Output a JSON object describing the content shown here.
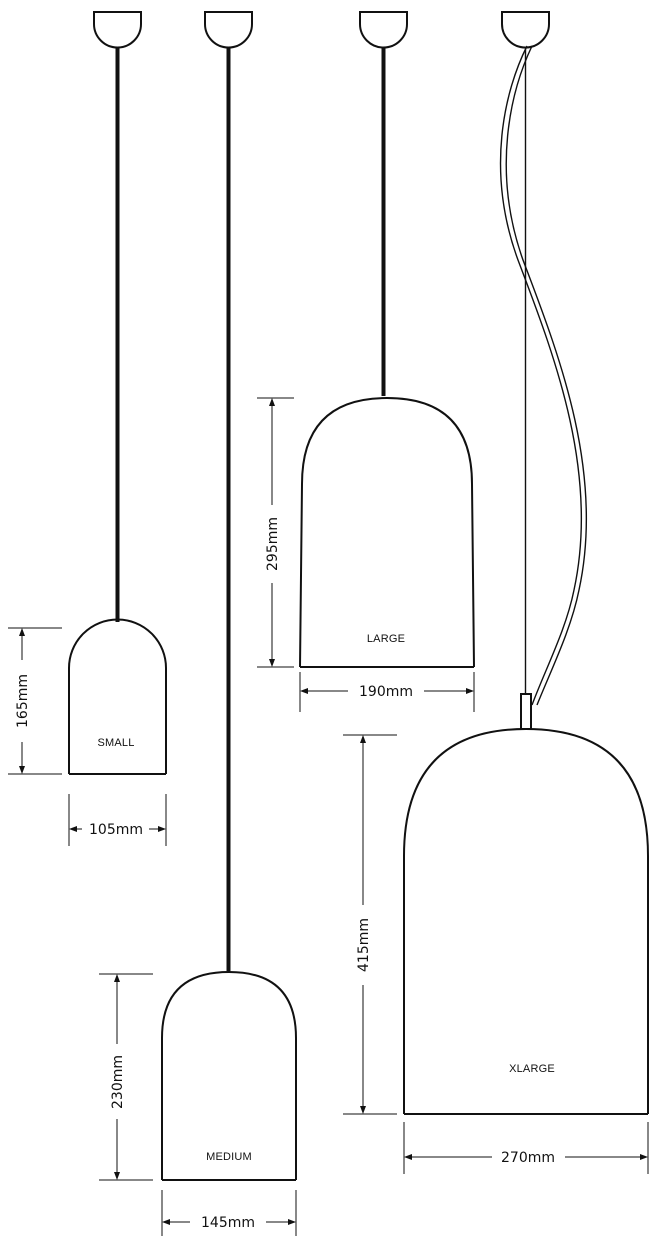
{
  "lamps": [
    {
      "id": "small",
      "label": "SMALL",
      "height_label": "165mm",
      "width_label": "105mm"
    },
    {
      "id": "medium",
      "label": "MEDIUM",
      "height_label": "230mm",
      "width_label": "145mm"
    },
    {
      "id": "large",
      "label": "LARGE",
      "height_label": "295mm",
      "width_label": "190mm"
    },
    {
      "id": "xlarge",
      "label": "XLARGE",
      "height_label": "415mm",
      "width_label": "270mm"
    }
  ],
  "colors": {
    "line": "#111111",
    "background": "#ffffff"
  }
}
